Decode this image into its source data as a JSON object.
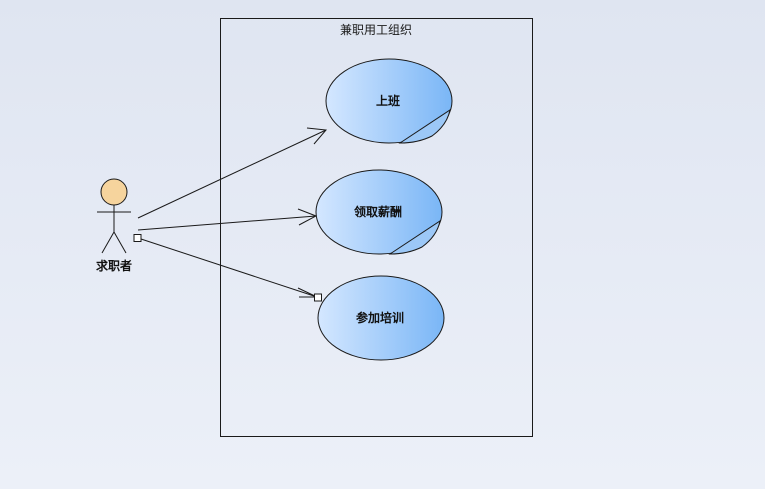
{
  "diagram": {
    "type": "use-case",
    "system_boundary": {
      "title": "兼职用工组织"
    },
    "actor": {
      "label": "求职者",
      "icon": "stick-figure-icon"
    },
    "use_cases": [
      {
        "id": "uc1",
        "label": "上班"
      },
      {
        "id": "uc2",
        "label": "领取薪酬"
      },
      {
        "id": "uc3",
        "label": "参加培训"
      }
    ],
    "relations": [
      {
        "from": "actor",
        "to": "uc1",
        "kind": "association-arrow"
      },
      {
        "from": "actor",
        "to": "uc2",
        "kind": "association-arrow"
      },
      {
        "from": "actor",
        "to": "uc3",
        "kind": "association-square-ends"
      }
    ]
  },
  "colors": {
    "usecase_fill_light": "#cfe3ff",
    "usecase_fill_dark": "#7fb8f5",
    "actor_head": "#f6d49d",
    "stroke": "#1a1a1a"
  }
}
